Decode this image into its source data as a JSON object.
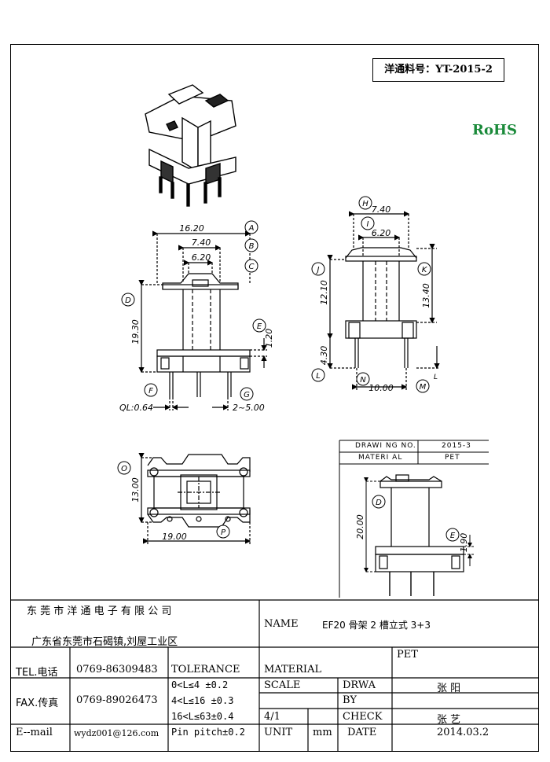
{
  "part_number": "洋通料号：YT-2015-2",
  "rohs": "RoHS",
  "front_view": {
    "labels": [
      "16.20",
      "7.40",
      "6.20",
      "19.30",
      "1.20",
      "QL:0.64",
      "2~5.00"
    ],
    "callouts": [
      "A",
      "B",
      "C",
      "D",
      "E",
      "F",
      "G"
    ]
  },
  "side_view": {
    "labels": [
      "7.40",
      "6.20",
      "12.10",
      "13.40",
      "4.30",
      "10.00"
    ],
    "callouts": [
      "H",
      "I",
      "J",
      "K",
      "L",
      "N",
      "M",
      "L"
    ]
  },
  "top_view": {
    "labels": [
      "13.00",
      "19.00"
    ],
    "callouts": [
      "O",
      "P"
    ]
  },
  "detail_view": {
    "drawing_no_label": "DRAWI NG NO.",
    "drawing_no_value": "2015-3",
    "material_label": "MATERI AL",
    "material_value": "PET",
    "labels": [
      "20.00",
      "1.90"
    ],
    "callouts": [
      "D",
      "E"
    ]
  },
  "title_block": {
    "company": "东 莞 市 洋 通 电 子 有 限 公 司",
    "address": "广东省东莞市石碣镇,刘屋工业区",
    "name_label": "NAME",
    "name_value": "EF20 骨架 2 槽立式 3+3",
    "tel_label": "TEL.电话",
    "tel_value": "0769-86309483",
    "fax_label": "FAX.传真",
    "fax_value": "0769-89026473",
    "email_label": "E--mail",
    "email_value": "wydz001@126.com",
    "tolerance_label": "TOLERANCE",
    "tolerance_lines": [
      "0<L≤4   ±0.2",
      "4<L≤16  ±0.3",
      "16<L≤63±0.4",
      "Pin pitch±0.2"
    ],
    "material_label": "MATERIAL",
    "material_value": "PET",
    "scale_label": "SCALE",
    "scale_value": "4/1",
    "drawn_by_label_1": "DRWA",
    "drawn_by_label_2": "BY",
    "drawn_by_value": "张 阳",
    "check_label": "CHECK",
    "check_value": "张 艺",
    "unit_label": "UNIT",
    "unit_value": "mm",
    "date_label": "DATE",
    "date_value": "2014.03.2"
  }
}
